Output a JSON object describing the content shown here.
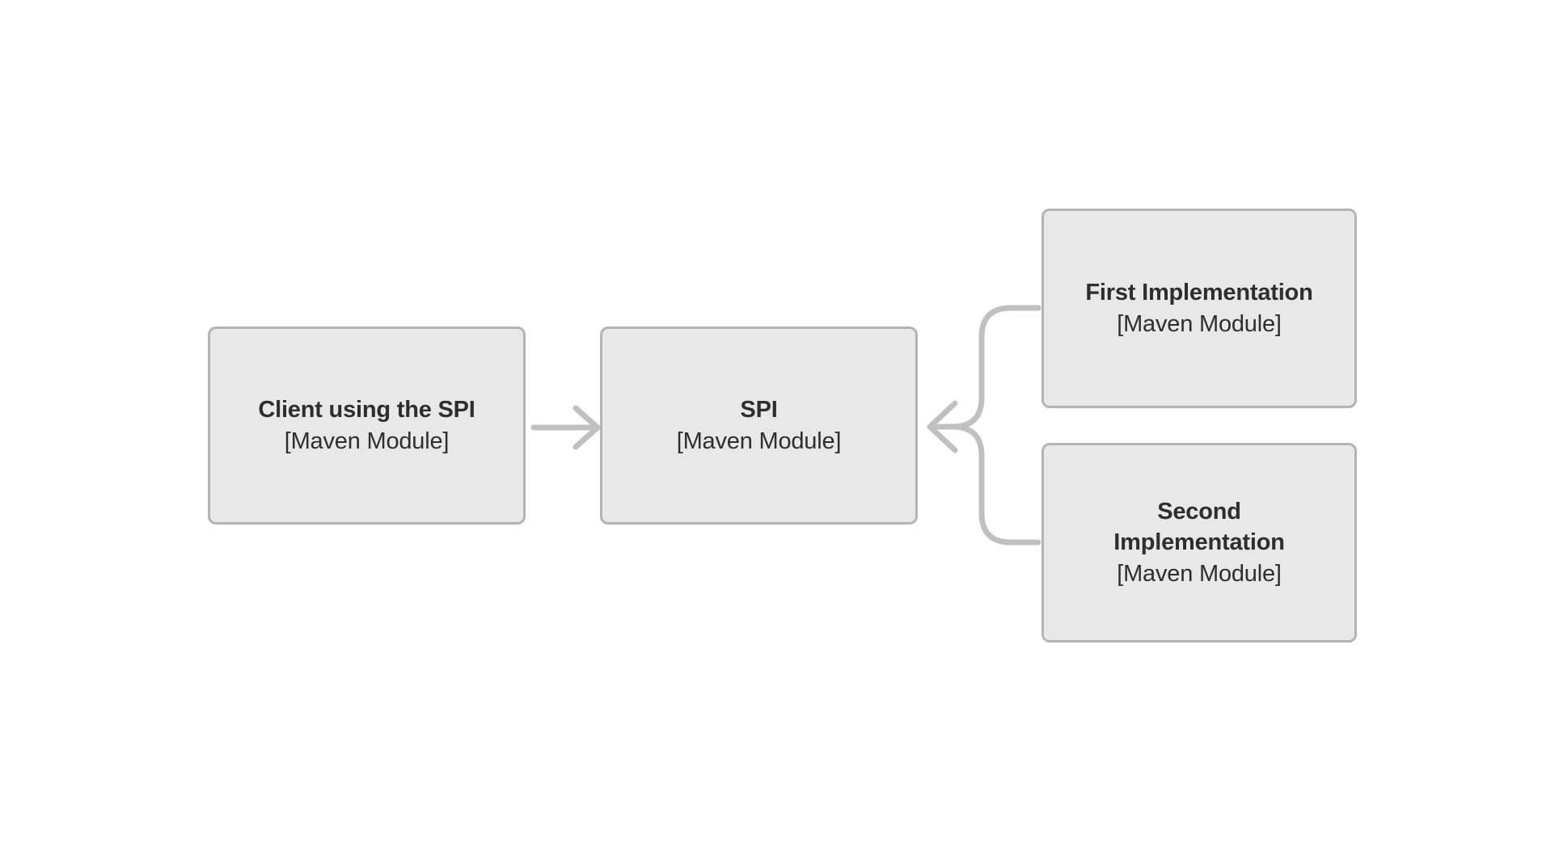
{
  "diagram": {
    "type": "architecture-block-diagram",
    "background_color": "#ffffff",
    "node_fill_color": "#e8e8e8",
    "node_border_color": "#b4b4b4",
    "text_color": "#2e2e2e",
    "connector_color": "#c0c0c0",
    "nodes": [
      {
        "id": "client",
        "title": "Client using the SPI",
        "subtitle": "[Maven Module]"
      },
      {
        "id": "spi",
        "title": "SPI",
        "subtitle": "[Maven Module]"
      },
      {
        "id": "impl-first",
        "title": "First Implementation",
        "subtitle": "[Maven Module]"
      },
      {
        "id": "impl-second",
        "title_line1": "Second",
        "title_line2": "Implementation",
        "subtitle": "[Maven Module]"
      }
    ],
    "connectors": [
      {
        "id": "client-to-spi",
        "from": "client",
        "to": "spi",
        "style": "straight-arrow",
        "direction": "right"
      },
      {
        "id": "first-impl-to-spi",
        "from": "impl-first",
        "to": "spi",
        "style": "curved-arrow",
        "direction": "left"
      },
      {
        "id": "second-impl-to-spi",
        "from": "impl-second",
        "to": "spi",
        "style": "curved-arrow",
        "direction": "left"
      }
    ]
  }
}
